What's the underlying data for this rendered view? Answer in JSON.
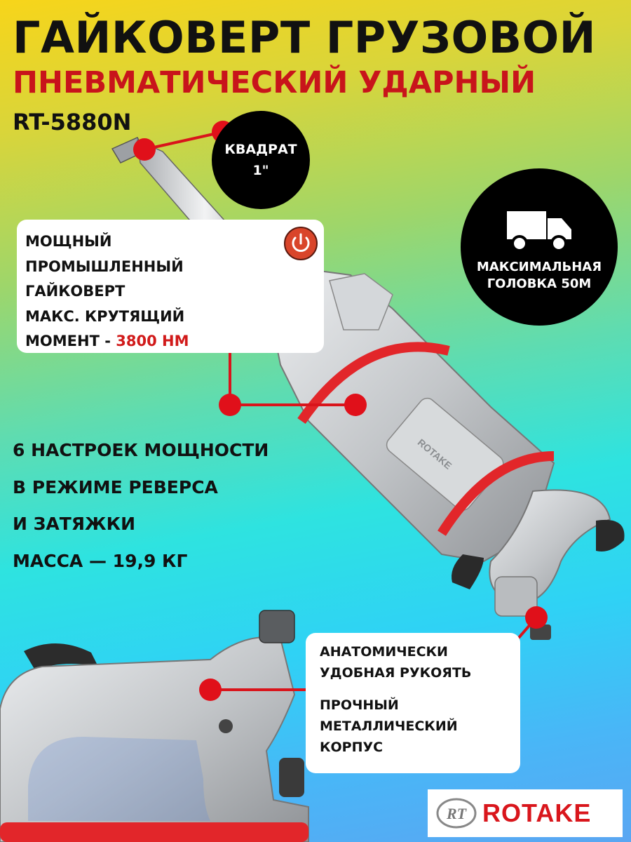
{
  "header": {
    "title": "ГАЙКОВЕРТ ГРУЗОВОЙ",
    "subtitle": "ПНЕВМАТИЧЕСКИЙ УДАРНЫЙ",
    "model": "RT-5880N"
  },
  "callouts": {
    "square_line1": "КВАДРАТ",
    "square_line2": "1\"",
    "head_line1": "МАКСИМАЛЬНАЯ",
    "head_line2": "ГОЛОВКА 50М"
  },
  "info_card": {
    "line1": "МОЩНЫЙ",
    "line2": "ПРОМЫШЛЕННЫЙ",
    "line3": "ГАЙКОВЕРТ",
    "line4": "МАКС. КРУТЯЩИЙ",
    "line5_prefix": "МОМЕНТ - ",
    "line5_value": "3800 НМ"
  },
  "features": {
    "line1": "6 НАСТРОЕК МОЩНОСТИ",
    "line2": "В РЕЖИМЕ РЕВЕРСА",
    "line3": "И ЗАТЯЖКИ",
    "line4": "МАССА — 19,9 КГ"
  },
  "handle_card": {
    "line1": "АНАТОМИЧЕСКИ",
    "line2": "УДОБНАЯ РУКОЯТЬ",
    "line3": "ПРОЧНЫЙ",
    "line4": "МЕТАЛЛИЧЕСКИЙ",
    "line5": "КОРПУС"
  },
  "tool_body_text": "ROTAKE",
  "brand": {
    "name": "ROTAKE",
    "emblem": "RT"
  },
  "colors": {
    "accent_red": "#d11a1a",
    "dot_red": "#e0101a",
    "black": "#000000",
    "metal": "#c4c7ca"
  },
  "icons": [
    "power-icon",
    "truck-icon"
  ]
}
